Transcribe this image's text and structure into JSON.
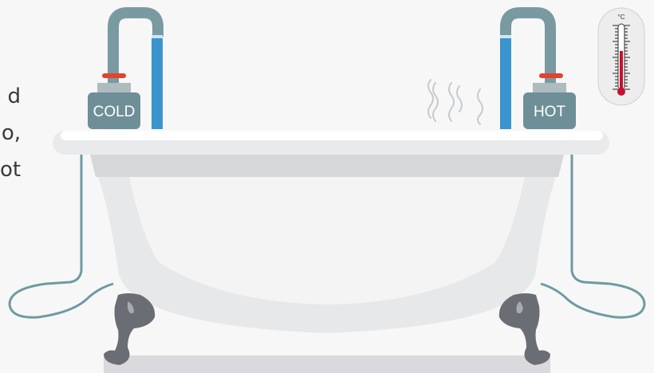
{
  "side_text": {
    "line1": "d",
    "line2": "o,",
    "line3": "ot"
  },
  "taps": {
    "cold_label": "COLD",
    "hot_label": "HOT"
  },
  "thermometer": {
    "unit": "°C",
    "level": 0.6
  },
  "colors": {
    "pipe": "#7a9aa1",
    "water": "#3a94cd",
    "valve": "#e2432f",
    "tub": "#e7e8e9",
    "feet": "#6a6e74",
    "hose": "#6f9aa3"
  },
  "icons": {
    "steam": "steam-icon",
    "thermometer": "thermometer-icon"
  }
}
